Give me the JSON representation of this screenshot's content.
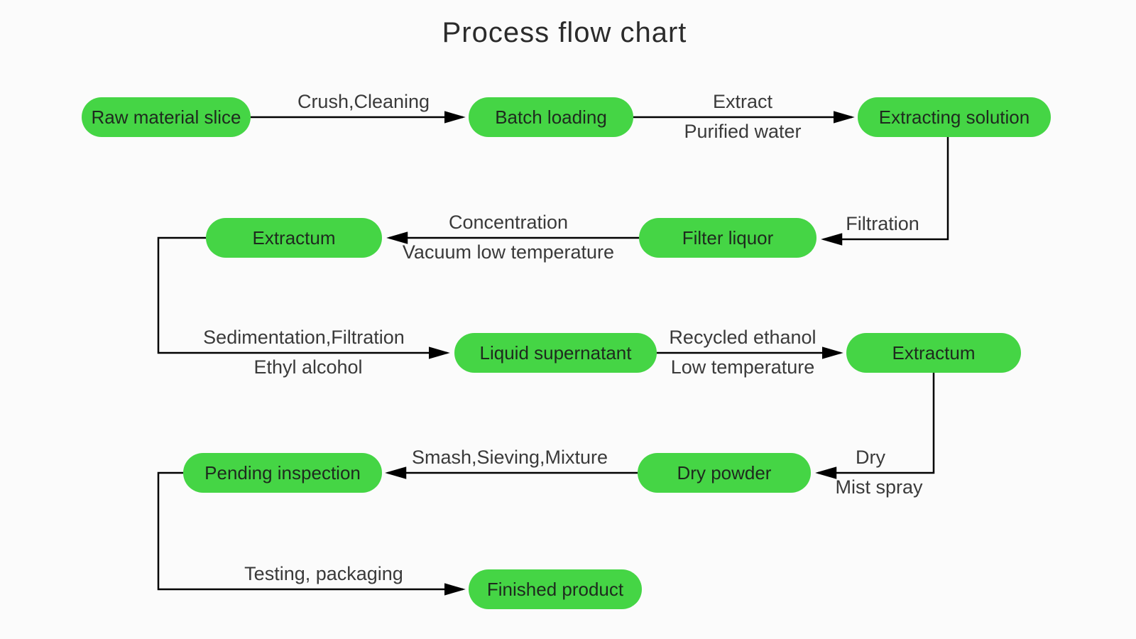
{
  "title": "Process flow chart",
  "colors": {
    "background": "#fbfbfb",
    "node_fill": "#45d545",
    "node_text": "#1e2a1e",
    "label_text": "#3a3a3a",
    "title_text": "#2b2b2b",
    "connector": "#000000"
  },
  "nodes": [
    {
      "id": "raw-material-slice",
      "label": "Raw material slice"
    },
    {
      "id": "batch-loading",
      "label": "Batch loading"
    },
    {
      "id": "extracting-solution",
      "label": "Extracting solution"
    },
    {
      "id": "extractum-1",
      "label": "Extractum"
    },
    {
      "id": "filter-liquor",
      "label": "Filter liquor"
    },
    {
      "id": "liquid-supernatant",
      "label": "Liquid supernatant"
    },
    {
      "id": "extractum-2",
      "label": "Extractum"
    },
    {
      "id": "pending-inspection",
      "label": "Pending inspection"
    },
    {
      "id": "dry-powder",
      "label": "Dry powder"
    },
    {
      "id": "finished-product",
      "label": "Finished product"
    }
  ],
  "edges": [
    {
      "from": "raw-material-slice",
      "to": "batch-loading",
      "label_lines": [
        "Crush,Cleaning"
      ]
    },
    {
      "from": "batch-loading",
      "to": "extracting-solution",
      "label_lines": [
        "Extract",
        "Purified water"
      ]
    },
    {
      "from": "extracting-solution",
      "to": "filter-liquor",
      "label_lines": [
        "Filtration"
      ]
    },
    {
      "from": "filter-liquor",
      "to": "extractum-1",
      "label_lines": [
        "Concentration",
        "Vacuum low temperature"
      ]
    },
    {
      "from": "extractum-1",
      "to": "liquid-supernatant",
      "label_lines": [
        "Sedimentation,Filtration",
        "Ethyl alcohol"
      ]
    },
    {
      "from": "liquid-supernatant",
      "to": "extractum-2",
      "label_lines": [
        "Recycled ethanol",
        "Low temperature"
      ]
    },
    {
      "from": "extractum-2",
      "to": "dry-powder",
      "label_lines": [
        "Dry",
        "Mist spray"
      ]
    },
    {
      "from": "dry-powder",
      "to": "pending-inspection",
      "label_lines": [
        "Smash,Sieving,Mixture"
      ]
    },
    {
      "from": "pending-inspection",
      "to": "finished-product",
      "label_lines": [
        "Testing, packaging"
      ]
    }
  ]
}
